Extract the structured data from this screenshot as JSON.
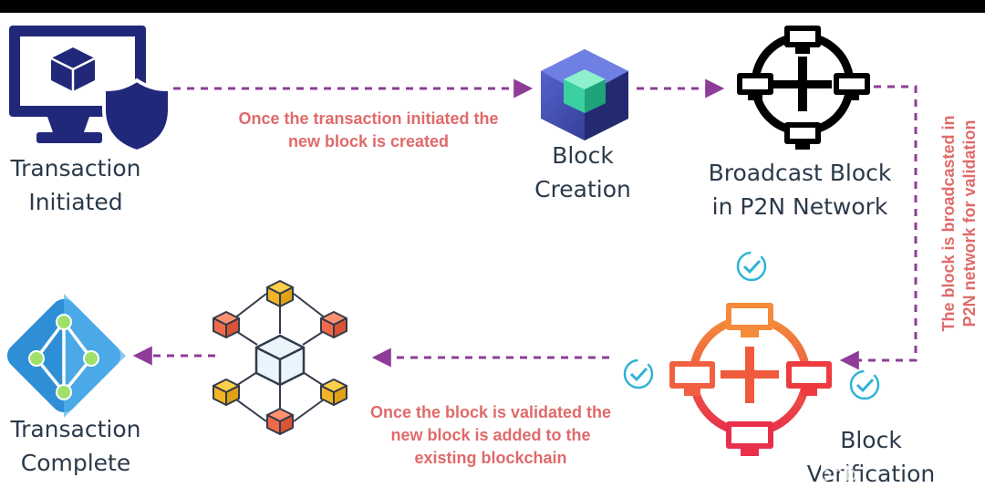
{
  "nodes": {
    "initiated": [
      "Transaction",
      "Initiated"
    ],
    "creation": [
      "Block",
      "Creation"
    ],
    "broadcast": [
      "Broadcast Block",
      "in P2N Network"
    ],
    "verification": [
      "Block",
      "Verification"
    ],
    "complete": [
      "Transaction",
      "Complete"
    ]
  },
  "notes": {
    "created": [
      "Once the transaction initiated the",
      "new block is created"
    ],
    "broadcast": [
      "The block is broadcasted in",
      "P2N network for validation"
    ],
    "validated": [
      "Once the block is validated the",
      "new block is added to the",
      "existing blockchain"
    ]
  },
  "watermark": "bnb",
  "colors": {
    "arrow": "#8e3c97",
    "note": "#e06a6a",
    "monitor": "#21287a",
    "verify": "#f05a3c",
    "check": "#2fb3d6",
    "cube": "#f0a060"
  }
}
